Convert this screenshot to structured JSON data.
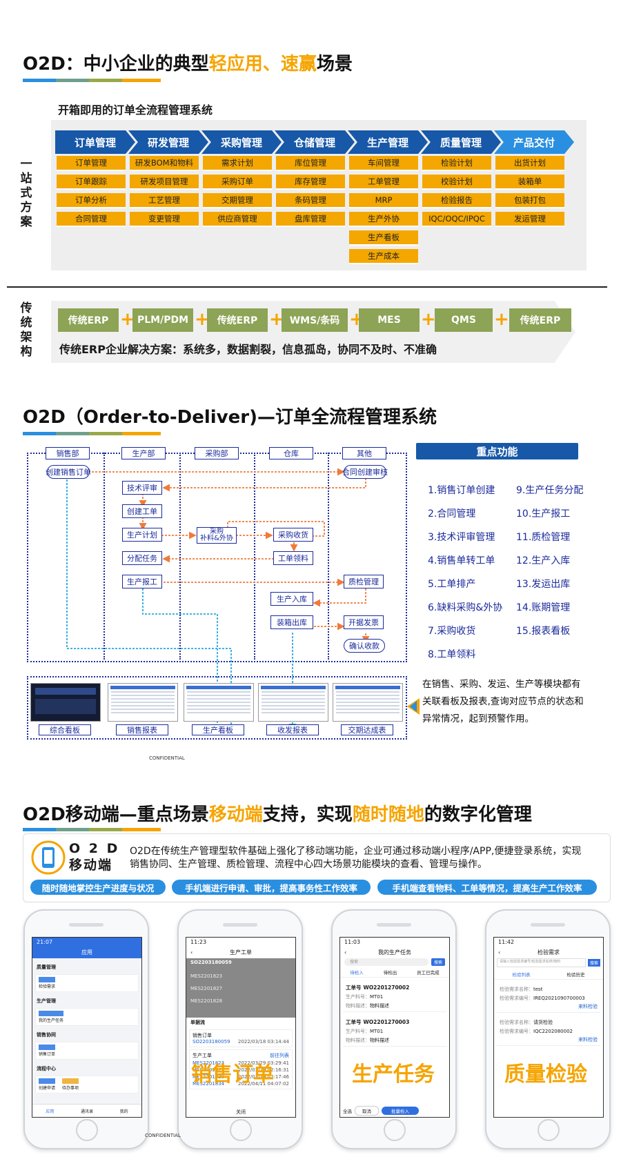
{
  "section1": {
    "title_pre": "O2D：中小企业的典型",
    "title_hl1": "轻应用",
    "title_sep": "、",
    "title_hl2": "速赢",
    "title_post": "场景",
    "subtitle": "开箱即用的订单全流程管理系统",
    "side_label": "一站式方案",
    "modules": [
      {
        "name": "订单管理",
        "items": [
          "订单管理",
          "订单跟踪",
          "订单分析",
          "合同管理"
        ]
      },
      {
        "name": "研发管理",
        "items": [
          "研发BOM和物料",
          "研发项目管理",
          "工艺管理",
          "变更管理"
        ]
      },
      {
        "name": "采购管理",
        "items": [
          "需求计划",
          "采购订单",
          "交期管理",
          "供应商管理"
        ]
      },
      {
        "name": "仓储管理",
        "items": [
          "库位管理",
          "库存管理",
          "条码管理",
          "盘库管理"
        ]
      },
      {
        "name": "生产管理",
        "items": [
          "车间管理",
          "工单管理",
          "MRP",
          "生产外协",
          "生产看板",
          "生产成本"
        ]
      },
      {
        "name": "质量管理",
        "items": [
          "检验计划",
          "校验计划",
          "检验报告",
          "IQC/OQC/IPQC"
        ]
      },
      {
        "name": "产品交付",
        "items": [
          "出货计划",
          "装箱单",
          "包装打包",
          "发运管理"
        ]
      }
    ],
    "trad_label": "传统架构",
    "trad_items": [
      "传统ERP",
      "PLM/PDM",
      "传统ERP",
      "WMS/条码",
      "MES",
      "QMS",
      "传统ERP"
    ],
    "trad_plus": "+",
    "trad_text": "传统ERP企业解决方案：系统多，数据割裂，信息孤岛，协同不及时、不准确"
  },
  "section2": {
    "title": "O2D（Order-to-Deliver)—订单全流程管理系统",
    "columns": [
      "销售部",
      "生产部",
      "采购部",
      "仓库",
      "其他"
    ],
    "nodes": {
      "create_sales_order": "创建销售订单",
      "contract_review": "合同创建审核",
      "tech_review": "技术评审",
      "create_work_order": "创建工单",
      "production_plan": "生产计划",
      "purchase_outsource_1": "采购",
      "purchase_outsource_2": "补料&外协",
      "purchase_receive": "采购收货",
      "assign_task": "分配任务",
      "work_order_material": "工单领料",
      "production_report": "生产报工",
      "quality_mgmt": "质检管理",
      "production_inbound": "生产入库",
      "packing_outbound": "装箱出库",
      "invoice": "开据发票",
      "confirm_payment": "确认收款"
    },
    "thumb_labels": [
      "综合看板",
      "销售报表",
      "生产看板",
      "收发报表",
      "交期达成表"
    ],
    "func_header": "重点功能",
    "functions_left": [
      "1.销售订单创建",
      "2.合同管理",
      "3.技术评审管理",
      "4.销售单转工单",
      "5.工单排产",
      "6.缺料采购&外协",
      "7.采购收货",
      "8.工单领料"
    ],
    "functions_right": [
      "9.生产任务分配",
      "10.生产报工",
      "11.质检管理",
      "12.生产入库",
      "13.发运出库",
      "14.账期管理",
      "15.报表看板"
    ],
    "note": "在销售、采购、发运、生产等模块都有关联看板及报表,查询对应节点的状态和异常情况，起到预警作用。",
    "confidential": "CONFIDENTIAL"
  },
  "section3": {
    "title_pre": "O2D移动端—重点场景",
    "title_hl1": "移动端",
    "title_mid": "支持，实现",
    "title_hl2": "随时随地",
    "title_post": "的数字化管理",
    "logo_line1": "O 2 D",
    "logo_line2": "移动端",
    "desc": "O2D在传统生产管理型软件基础上强化了移动端功能，企业可通过移动端小程序/APP,便捷登录系统，实现销售协同、生产管理、质检管理、流程中心四大场景功能模块的查看、管理与操作。",
    "pills": [
      "随时随地掌控生产进度与状况",
      "手机端进行申请、审批，提高事务性工作效率",
      "手机端查看物料、工单等情况，提高生产工作效率"
    ],
    "confidential": "CONFIDENTIAL",
    "phone1": {
      "time": "21:07",
      "title": "应用",
      "groups": [
        {
          "name": "质量管理",
          "item": "检验需求"
        },
        {
          "name": "生产管理",
          "item": "我的生产任务"
        },
        {
          "name": "销售协同",
          "item": "销售订单"
        },
        {
          "name": "流程中心",
          "item": "创建申请",
          "item2": "待办事项"
        }
      ],
      "tabs": [
        "应用",
        "通讯录",
        "我的"
      ]
    },
    "phone2": {
      "time": "11:23",
      "title": "生产工单",
      "order": "SO2203180059",
      "rows": [
        "MES2201823",
        "MES2201827",
        "MES2201828"
      ],
      "flow_label": "单据流",
      "sales_order": "销售订单",
      "sales_no": "SO2203180059",
      "sales_date": "2022/03/18 03:14:44",
      "work_order": "生产工单",
      "more": "前往列表",
      "wo_list": [
        {
          "no": "MES2201823",
          "date": "2022/03/29 03:29:41"
        },
        {
          "no": "MES2201827",
          "date": "2022/03/29 02:16:31"
        },
        {
          "no": "MES2201828",
          "date": "2022/03/29 02:17:46"
        },
        {
          "no": "MES2201834",
          "date": "2022/04/11 04:07:02"
        }
      ],
      "close": "关闭",
      "big": "销售订单"
    },
    "phone3": {
      "time": "11:03",
      "title": "我的生产任务",
      "search": "搜索",
      "search_btn": "搜索",
      "tabs": [
        "待检入",
        "待检出",
        "员工已完成"
      ],
      "tasks": [
        {
          "label": "工单号",
          "no": "WO2201270002",
          "f1": "生产料号：",
          "v1": "MT01",
          "f2": "物料描述：",
          "v2": "物料描述"
        },
        {
          "label": "工单号",
          "no": "WO2201270003",
          "f1": "生产料号：",
          "v1": "MT01",
          "f2": "物料描述：",
          "v2": "物料描述"
        }
      ],
      "btn_all": "全选",
      "btn_cancel": "取消",
      "btn_batch": "批量检入",
      "big": "生产任务"
    },
    "phone4": {
      "time": "11:42",
      "title": "检验需求",
      "search_placeholder": "请输入检验需求编号/检验需求名称/物料",
      "search_btn": "搜索",
      "tabs": [
        "检验列表",
        "检验历史"
      ],
      "records": [
        {
          "name_label": "检验需求名称：",
          "name": "test",
          "no_label": "检验需求编号：",
          "no": "IREQ2021090700003",
          "action": "来料检验"
        },
        {
          "name_label": "检验需求名称：",
          "name": "请货检验",
          "no_label": "检验需求编号：",
          "no": "IQC2202080002",
          "action": "来料检验"
        }
      ],
      "big": "质量检验"
    }
  },
  "colors": {
    "blue": "#1758a8",
    "light_blue": "#2a8fe0",
    "yellow": "#f4a700",
    "green": "#8da356",
    "flow_blue": "#1a2a9a",
    "arrow_orange": "#f07a3a",
    "arrow_cyan": "#28a8e0"
  }
}
